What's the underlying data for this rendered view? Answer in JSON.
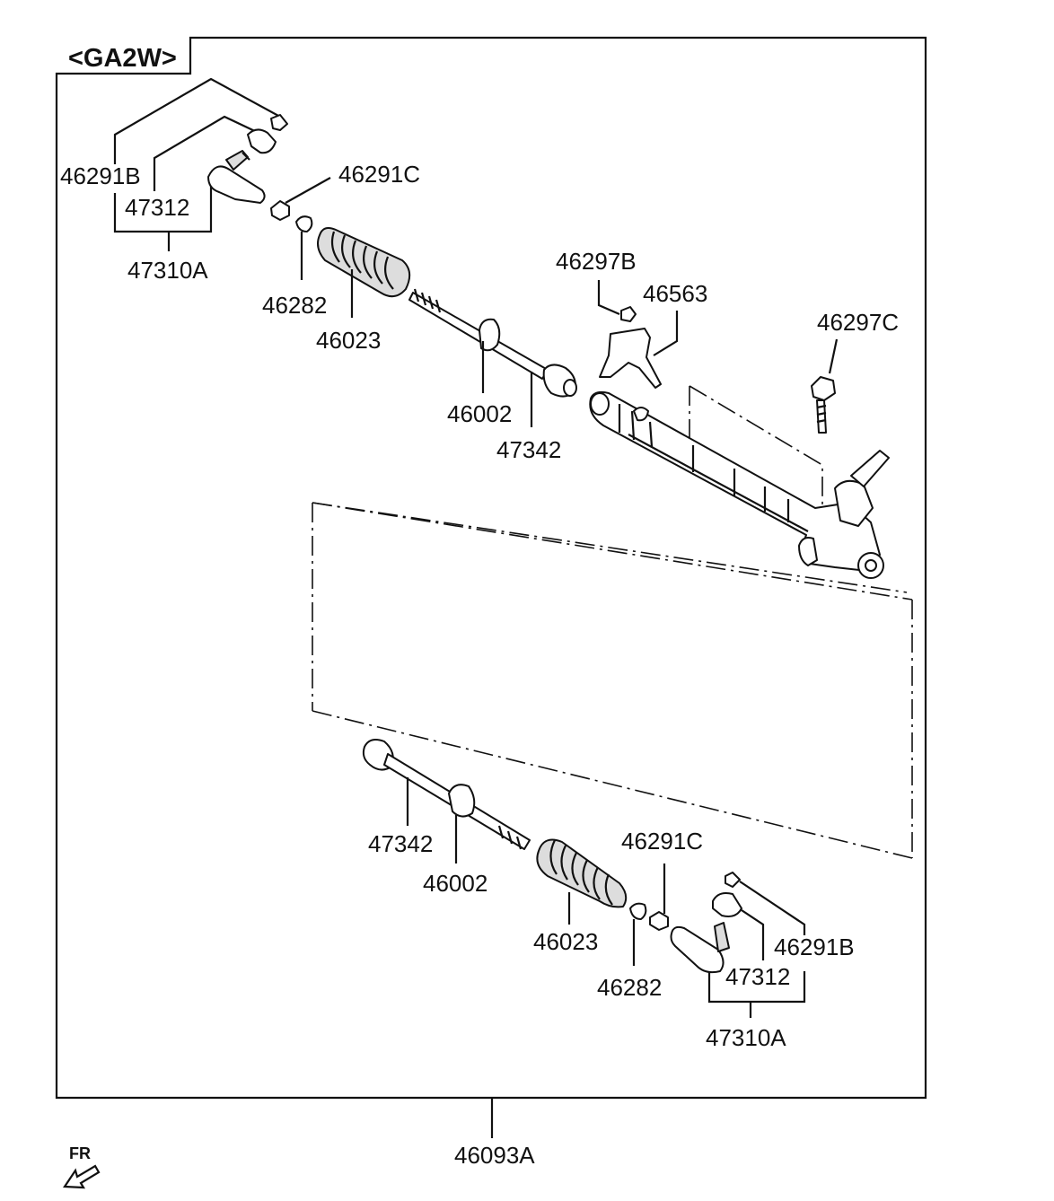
{
  "header": {
    "variant_code": "<GA2W>"
  },
  "orientation": {
    "front_marker": "FR"
  },
  "assembly": {
    "part_no": "46093A"
  },
  "upper_labels": {
    "p46291B": "46291B",
    "p47312": "47312",
    "p47310A": "47310A",
    "p46291C": "46291C",
    "p46282": "46282",
    "p46023": "46023",
    "p46002": "46002",
    "p47342": "47342",
    "p46297B": "46297B",
    "p46563": "46563",
    "p46297C": "46297C"
  },
  "lower_labels": {
    "p47342": "47342",
    "p46002": "46002",
    "p46023": "46023",
    "p46291C": "46291C",
    "p46282": "46282",
    "p46291B": "46291B",
    "p47312": "47312",
    "p47310A": "47310A"
  }
}
